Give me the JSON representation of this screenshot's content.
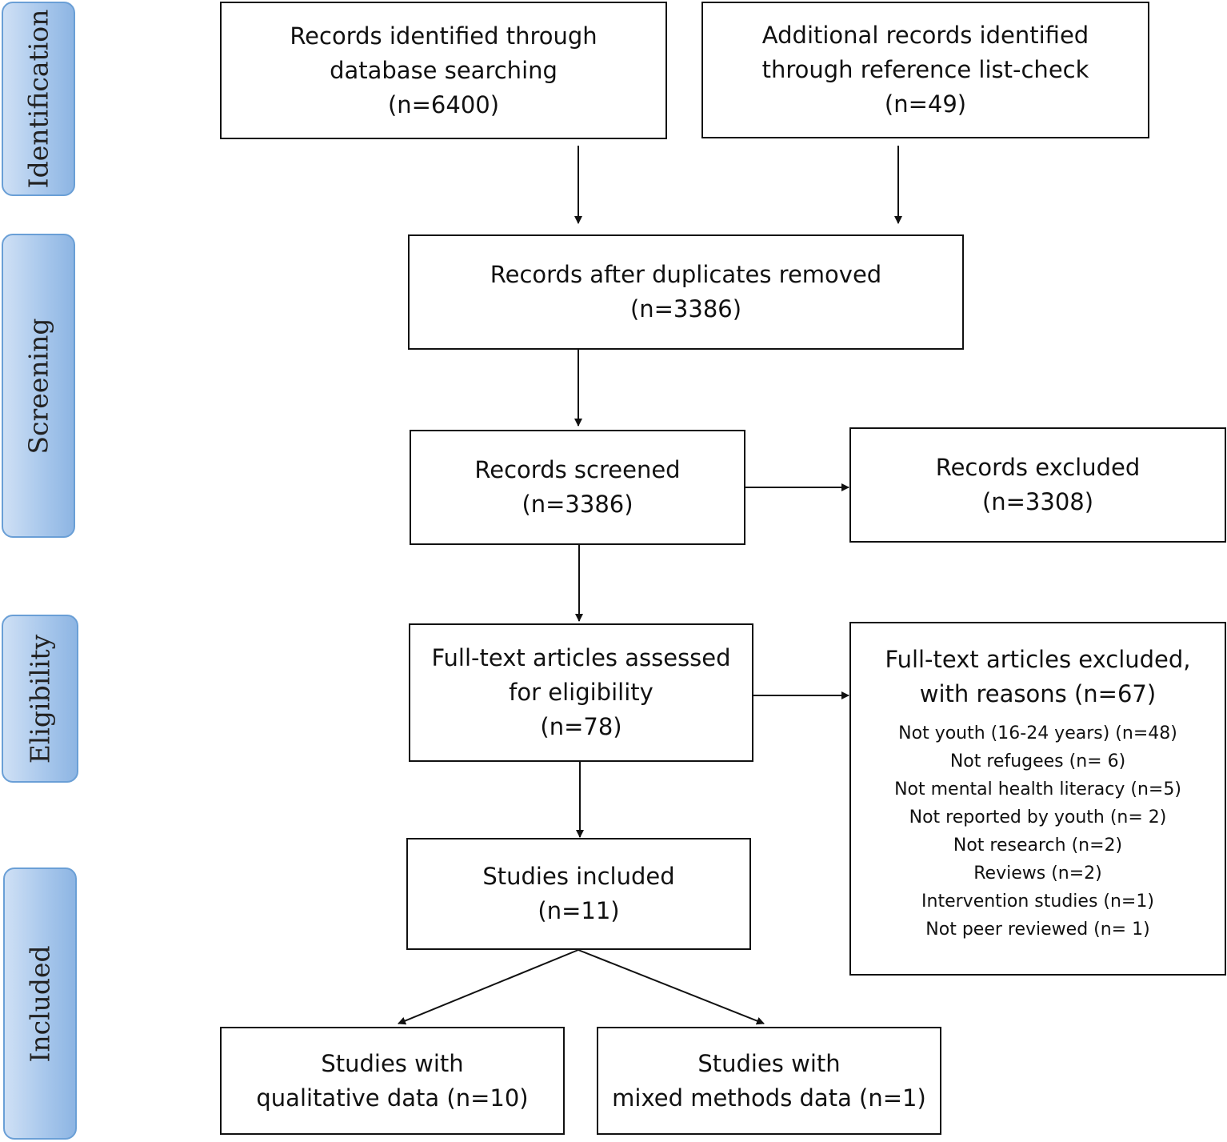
{
  "stages": {
    "identification": "Identification",
    "screening": "Screening",
    "eligibility": "Eligibility",
    "included": "Included"
  },
  "boxes": {
    "database": {
      "line1": "Records identified through",
      "line2": "database searching",
      "count": "(n=6400)"
    },
    "reference": {
      "line1": "Additional records identified",
      "line2": "through reference list-check",
      "count": "(n=49)"
    },
    "duplicates": {
      "line1": "Records after duplicates removed",
      "count": "(n=3386)"
    },
    "screened": {
      "line1": "Records screened",
      "count": "(n=3386)"
    },
    "excluded": {
      "line1": "Records excluded",
      "count": "(n=3308)"
    },
    "fulltext": {
      "line1": "Full-text articles assessed",
      "line2": "for eligibility",
      "count": "(n=78)"
    },
    "fulltext_excluded": {
      "line1": "Full-text articles excluded,",
      "line2": "with reasons (n=67)",
      "reasons": [
        "Not youth (16-24 years) (n=48)",
        "Not refugees (n= 6)",
        "Not mental health literacy (n=5)",
        "Not reported by youth (n= 2)",
        "Not research (n=2)",
        "Reviews (n=2)",
        "Intervention studies (n=1)",
        "Not peer reviewed (n= 1)"
      ]
    },
    "included": {
      "line1": "Studies included",
      "count": "(n=11)"
    },
    "qualitative": {
      "line1": "Studies with",
      "line2": "qualitative data (n=10)"
    },
    "mixed": {
      "line1": "Studies with",
      "line2": "mixed methods data (n=1)"
    }
  }
}
